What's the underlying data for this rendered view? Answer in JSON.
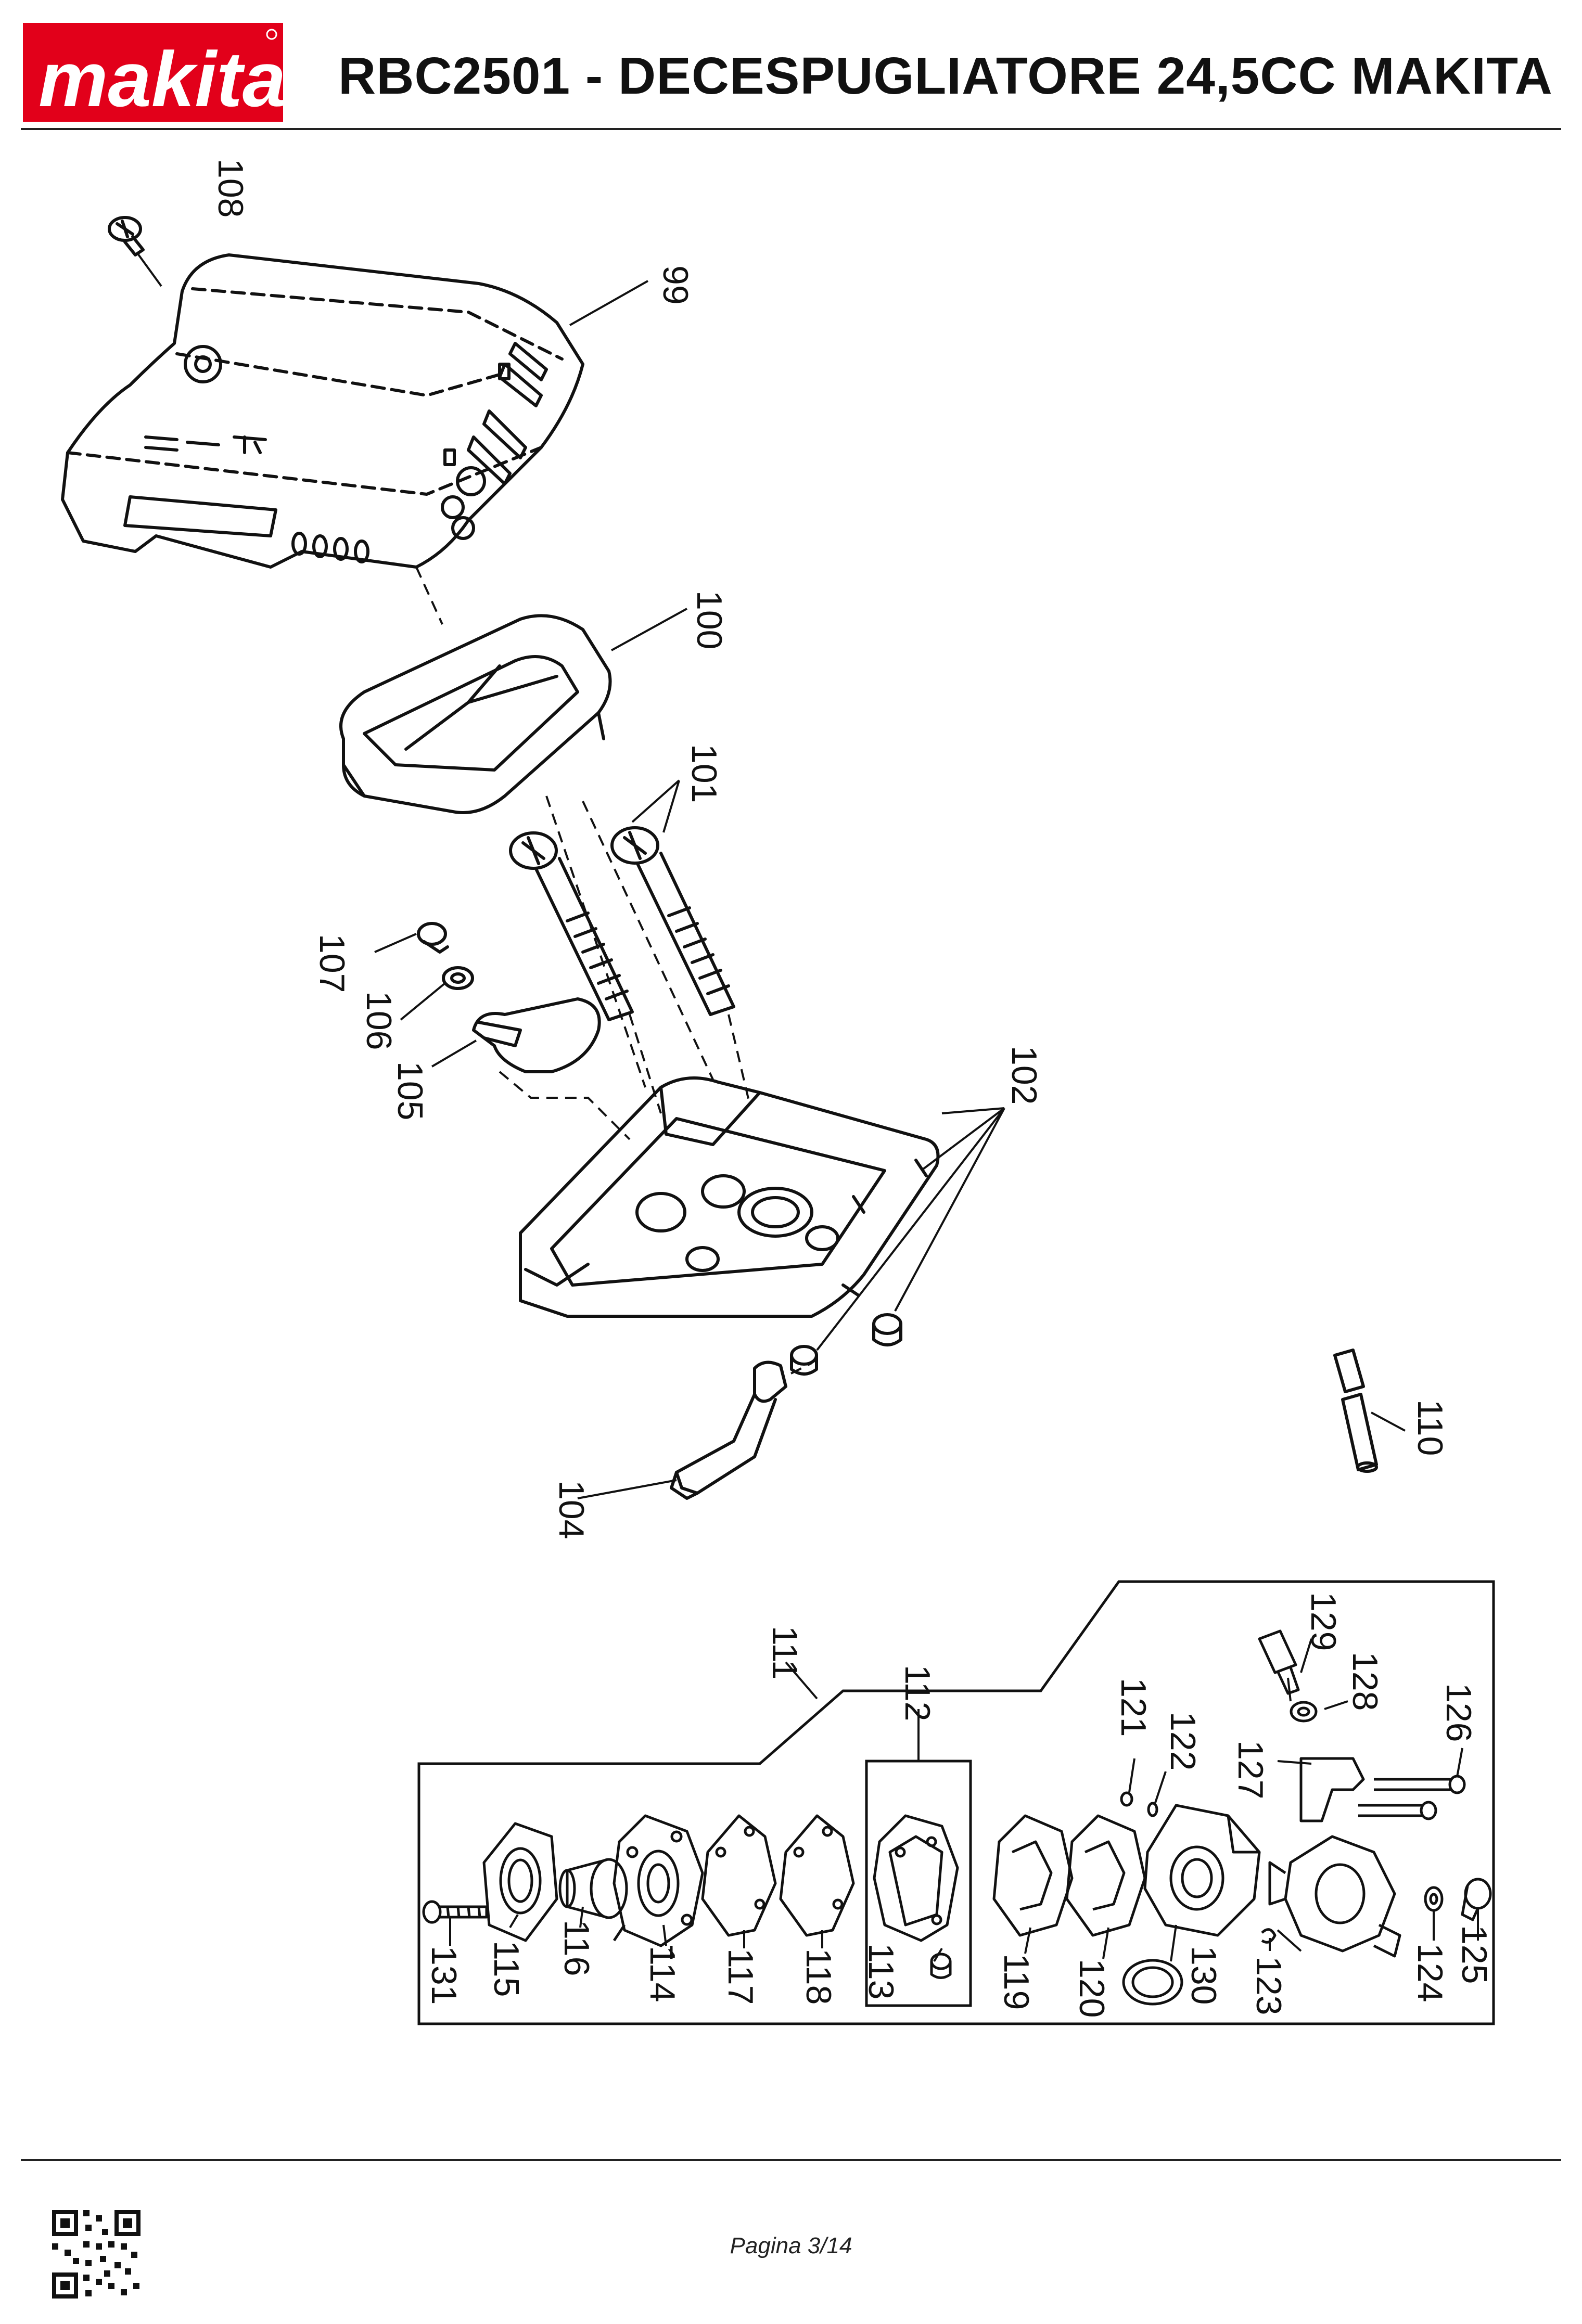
{
  "header": {
    "brand": "makita",
    "title": "RBC2501 - DECESPUGLIATORE 24,5CC MAKITA",
    "brand_color": "#e2001a"
  },
  "diagram": {
    "part_labels": {
      "p99": "99",
      "p100": "100",
      "p101": "101",
      "p102": "102",
      "p104": "104",
      "p105": "105",
      "p106": "106",
      "p107": "107",
      "p108": "108",
      "p110": "110",
      "p111": "111",
      "p112": "112",
      "p113": "113",
      "p114": "114",
      "p115": "115",
      "p116": "116",
      "p117": "117",
      "p118": "118",
      "p119": "119",
      "p120": "120",
      "p121": "121",
      "p122": "122",
      "p123": "123",
      "p124": "124",
      "p125": "125",
      "p126": "126",
      "p127": "127",
      "p128": "128",
      "p129": "129",
      "p130": "130",
      "p131": "131"
    }
  },
  "footer": {
    "page_label": "Pagina 3/14",
    "qr_icon": "qr-code-icon"
  }
}
